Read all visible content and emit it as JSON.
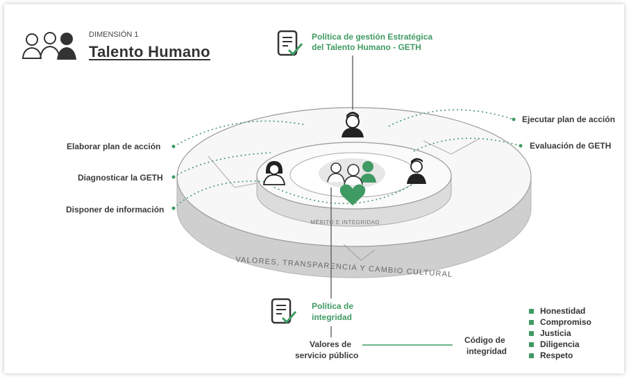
{
  "header": {
    "dimension_label": "DIMENSIÓN 1",
    "dimension_title": "Talento Humano"
  },
  "policies": {
    "geth_line1": "Política de gestión Estratégica",
    "geth_line2": "del Talento Humano - GETH",
    "integrity_line1": "Política de",
    "integrity_line2": "integridad"
  },
  "steps_left": [
    "Elaborar plan de acción",
    "Diagnosticar la GETH",
    "Disponer de información"
  ],
  "steps_right": [
    "Ejecutar plan de acción",
    "Evaluación de GETH"
  ],
  "rings": {
    "inner_label": "MÉRITO E INTEGRIDAD",
    "outer_label": "VALORES, TRANSPARENCIA Y CAMBIO CULTURAL"
  },
  "bottom": {
    "values_line1": "Valores de",
    "values_line2": "servicio público",
    "code_line1": "Código de",
    "code_line2": "integridad",
    "values": [
      "Honestidad",
      "Compromiso",
      "Justicia",
      "Diligencia",
      "Respeto"
    ]
  },
  "colors": {
    "accent": "#3f9a63",
    "ring_side": "#cfcfcf",
    "line": "#555555"
  }
}
